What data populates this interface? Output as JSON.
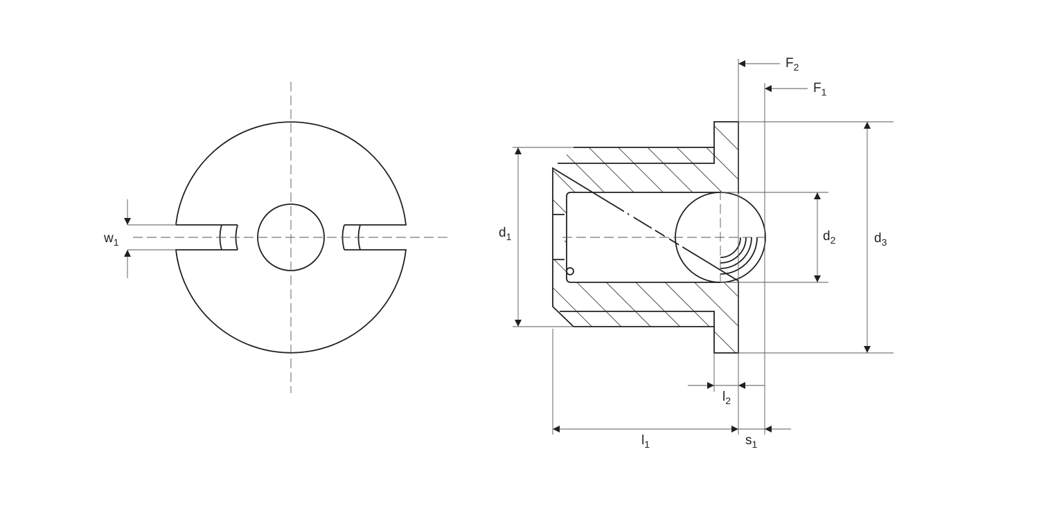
{
  "drawing": {
    "line_color": "#231f20",
    "views": [
      "front-view",
      "section-view"
    ],
    "labels": {
      "w1": {
        "base": "w",
        "sub": "1"
      },
      "d1": {
        "base": "d",
        "sub": "1"
      },
      "d2": {
        "base": "d",
        "sub": "2"
      },
      "d3": {
        "base": "d",
        "sub": "3"
      },
      "l1": {
        "base": "l",
        "sub": "1"
      },
      "l2": {
        "base": "l",
        "sub": "2"
      },
      "s1": {
        "base": "s",
        "sub": "1"
      },
      "F1": {
        "base": "F",
        "sub": "1"
      },
      "F2": {
        "base": "F",
        "sub": "2"
      }
    }
  }
}
